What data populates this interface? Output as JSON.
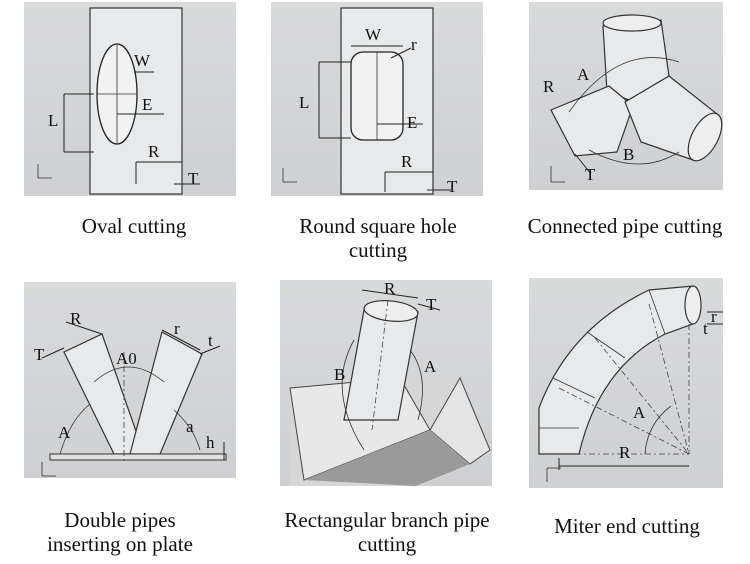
{
  "captions": [
    "Oval cutting",
    "Round square hole cutting",
    "Connected pipe cutting",
    "Double pipes inserting on plate",
    "Rectangular branch pipe cutting",
    "Miter end cutting"
  ],
  "panels": [
    {
      "labels": {
        "w": "W",
        "e": "E",
        "l": "L",
        "r": "R",
        "t": "T"
      }
    },
    {
      "labels": {
        "w": "W",
        "r_small": "r",
        "l": "L",
        "e": "E",
        "r": "R",
        "t": "T"
      }
    },
    {
      "labels": {
        "a": "A",
        "r": "R",
        "b": "B",
        "t": "T"
      }
    },
    {
      "labels": {
        "t": "T",
        "r": "R",
        "a0": "A0",
        "r_small": "r",
        "t_small": "t",
        "a": "A",
        "a_small": "a",
        "h": "h"
      }
    },
    {
      "labels": {
        "r": "R",
        "t": "T",
        "b": "B",
        "a": "A"
      }
    },
    {
      "labels": {
        "t_small": "t",
        "r_small": "r",
        "a": "A",
        "r": "R"
      }
    }
  ]
}
